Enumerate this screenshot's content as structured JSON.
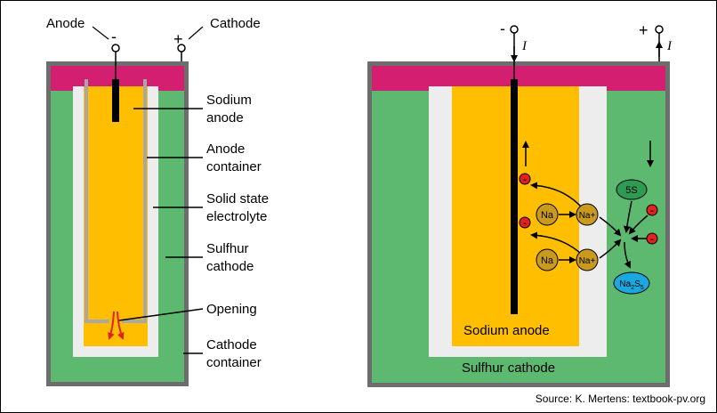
{
  "left_diagram": {
    "terminal_anode_label": "Anode",
    "terminal_anode_sign": "-",
    "terminal_cathode_label": "Cathode",
    "terminal_cathode_sign": "+",
    "callouts": [
      {
        "line1": "Sodium",
        "line2": "anode"
      },
      {
        "line1": "Anode",
        "line2": "container"
      },
      {
        "line1": "Solid state",
        "line2": "electrolyte"
      },
      {
        "line1": "Sulfhur",
        "line2": "cathode"
      },
      {
        "line1": "Opening",
        "line2": ""
      },
      {
        "line1": "Cathode",
        "line2": "container"
      }
    ]
  },
  "right_diagram": {
    "neg_sign": "-",
    "pos_sign": "+",
    "current_symbol": "I",
    "electron_symbol": "-",
    "ions": {
      "na": "Na",
      "na_plus": "Na+",
      "sulfur": "5S",
      "product_base": "Na",
      "product_sub1": "2",
      "product_mid": "S",
      "product_sub2": "5"
    },
    "anode_label": "Sodium anode",
    "cathode_label": "Sulfhur cathode"
  },
  "source": "Source: K. Mertens: textbook-pv.org",
  "colors": {
    "case": "#6d6d6d",
    "lid": "#d41e6f",
    "cathode": "#5cb96f",
    "electrolyte": "#ededed",
    "sodium": "#ffbf00",
    "electron": "#e3201b",
    "na_ion": "#c99a1d",
    "sulfur": "#2e9b55",
    "product": "#1aa8e0"
  }
}
